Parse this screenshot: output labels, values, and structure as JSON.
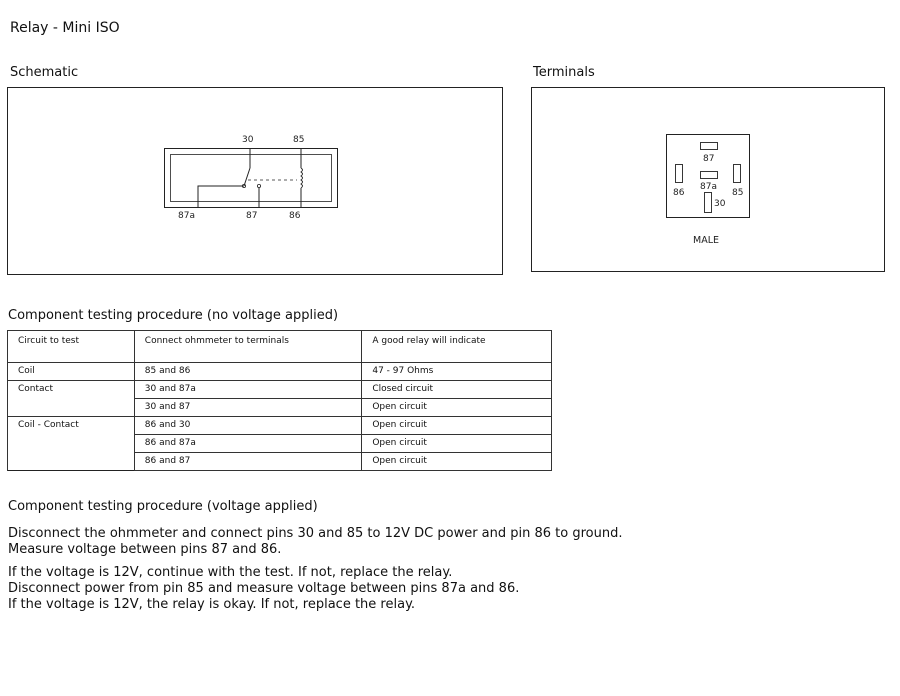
{
  "page": {
    "title": "Relay - Mini ISO"
  },
  "schematic": {
    "label": "Schematic",
    "pins": {
      "p30": "30",
      "p85": "85",
      "p87a": "87a",
      "p87": "87",
      "p86": "86"
    }
  },
  "terminals": {
    "label": "Terminals",
    "pins": {
      "p87": "87",
      "p87a": "87a",
      "p86": "86",
      "p85": "85",
      "p30": "30"
    },
    "caption": "MALE"
  },
  "test_no_voltage": {
    "heading": "Component testing procedure (no voltage applied)",
    "columns": [
      "Circuit to test",
      "Connect ohmmeter to terminals",
      "A good relay will indicate"
    ],
    "rows": [
      {
        "circuit": "Coil",
        "terminals": "85 and 86",
        "result": "47 - 97 Ohms"
      },
      {
        "circuit": "Contact",
        "terminals": "30 and 87a",
        "result": "Closed circuit"
      },
      {
        "circuit": "",
        "terminals": "30 and 87",
        "result": "Open circuit"
      },
      {
        "circuit": "Coil - Contact",
        "terminals": "86 and 30",
        "result": "Open circuit"
      },
      {
        "circuit": "",
        "terminals": "86 and 87a",
        "result": "Open circuit"
      },
      {
        "circuit": "",
        "terminals": "86 and 87",
        "result": "Open circuit"
      }
    ]
  },
  "test_voltage": {
    "heading": "Component testing procedure (voltage applied)",
    "lines": [
      "Disconnect the ohmmeter and connect pins 30 and 85 to 12V DC power and pin 86 to ground.",
      "Measure voltage between pins 87 and 86.",
      "If the voltage is 12V, continue with the test. If not, replace the relay.",
      "Disconnect power from pin 85 and measure voltage between pins 87a and 86.",
      "If the voltage is 12V, the relay is okay. If not, replace the relay."
    ]
  }
}
